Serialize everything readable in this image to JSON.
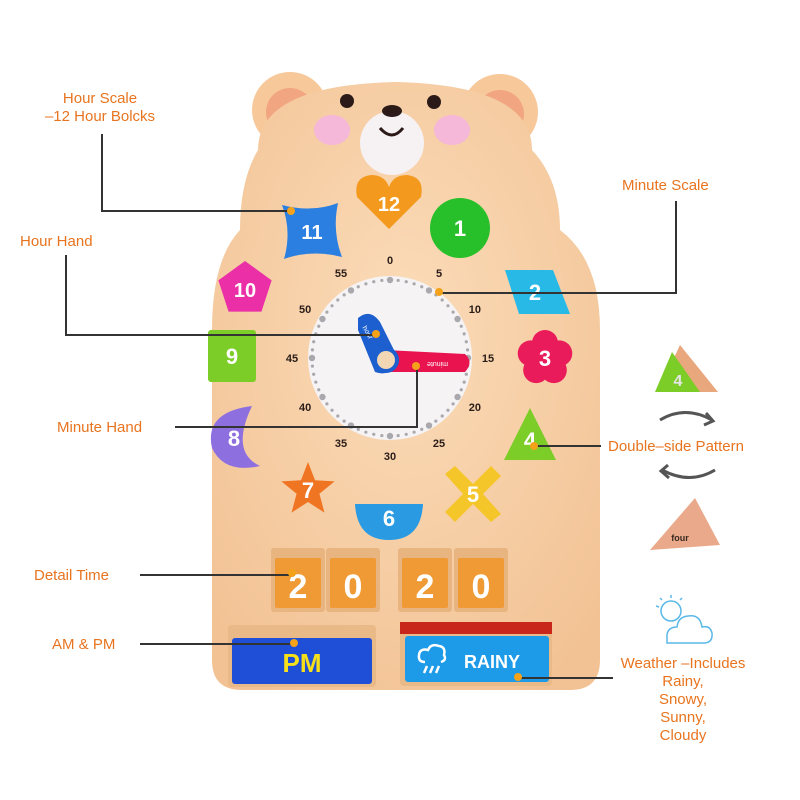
{
  "callouts": {
    "hour_scale_line1": "Hour Scale",
    "hour_scale_line2": "–12 Hour Bolcks",
    "minute_scale": "Minute Scale",
    "hour_hand": "Hour Hand",
    "minute_hand": "Minute Hand",
    "double_side": "Double–side Pattern",
    "detail_time": "Detail Time",
    "am_pm": "AM & PM",
    "weather_line1": "Weather –Includes",
    "weather_line2": "Rainy,",
    "weather_line3": "Snowy,",
    "weather_line4": "Sunny,",
    "weather_line5": "Cloudy"
  },
  "clock": {
    "hour_blocks": [
      {
        "number": "12",
        "shape": "heart",
        "color": "#f39a1e"
      },
      {
        "number": "1",
        "shape": "circle",
        "color": "#27c02b"
      },
      {
        "number": "2",
        "shape": "rhombus",
        "color": "#29b9e6"
      },
      {
        "number": "3",
        "shape": "flower",
        "color": "#ea1b5a"
      },
      {
        "number": "4",
        "shape": "triangle",
        "color": "#7ccd28"
      },
      {
        "number": "5",
        "shape": "cross",
        "color": "#f5c62a"
      },
      {
        "number": "6",
        "shape": "bowl",
        "color": "#2a9be3"
      },
      {
        "number": "7",
        "shape": "star",
        "color": "#f07522"
      },
      {
        "number": "8",
        "shape": "moon",
        "color": "#8e6fe0"
      },
      {
        "number": "9",
        "shape": "square",
        "color": "#7ccd28"
      },
      {
        "number": "10",
        "shape": "pentagon",
        "color": "#ea2fa7"
      },
      {
        "number": "11",
        "shape": "clover",
        "color": "#2a7fe0"
      }
    ],
    "minute_labels": [
      "0",
      "5",
      "10",
      "15",
      "20",
      "25",
      "30",
      "35",
      "40",
      "45",
      "50",
      "55"
    ],
    "hour_hand_text": "hour",
    "minute_hand_text": "minute"
  },
  "time_digits": [
    "2",
    "0",
    "2",
    "0"
  ],
  "am_pm_block": "PM",
  "weather_block": {
    "label": "RAINY",
    "icon": "rain-cloud-icon"
  },
  "side_block": {
    "front": "4",
    "back": "four"
  },
  "colors": {
    "callout_text": "#e8741f",
    "wood": "#f8cfa5",
    "clock_face": "#f6f3f5",
    "pm_block": "#1f4fd6",
    "pm_text": "#f5e01a",
    "weather_block": "#1e9be8",
    "digit_block": "#ef9a35"
  }
}
